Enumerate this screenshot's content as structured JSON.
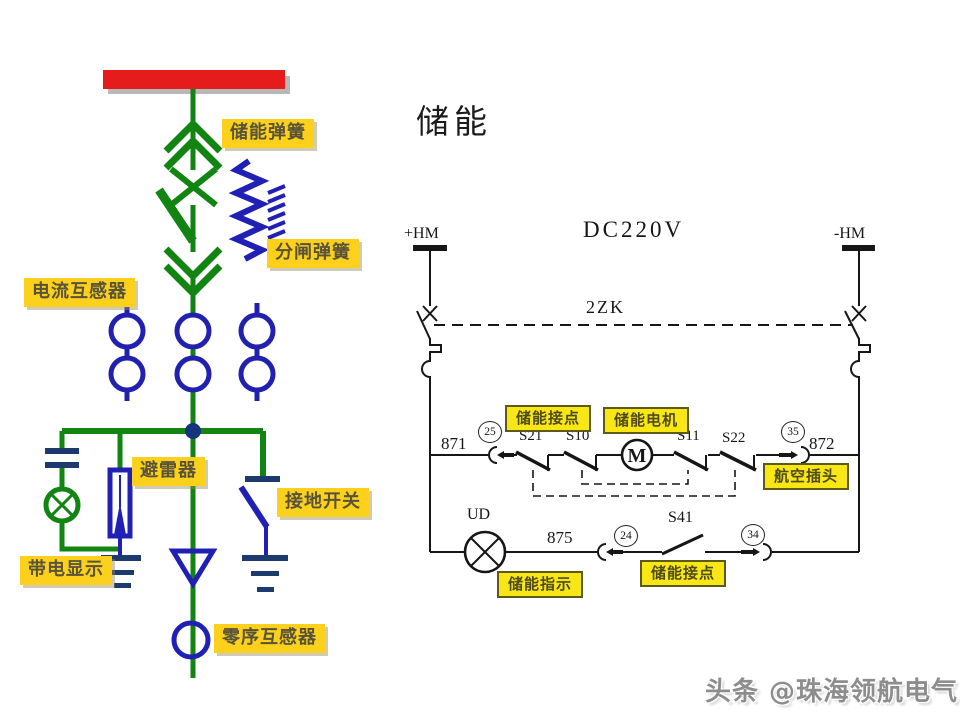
{
  "colors": {
    "busbar_red": "#e61c1c",
    "line_green": "#128412",
    "symbol_blue": "#2020b4",
    "bar_navy": "#1c3a6e",
    "label_yellow_left": "#fdd01b",
    "label_yellow_right": "#f8e714",
    "label_text": "#57523a",
    "circuit_black": "#161616"
  },
  "left": {
    "labels": {
      "storage_spring": "储能弹簧",
      "opening_spring": "分闸弹簧",
      "current_transformer": "电流互感器",
      "arrester": "避雷器",
      "earthing_switch": "接地开关",
      "live_display": "带电显示",
      "zero_sequence_ct": "零序互感器"
    }
  },
  "right": {
    "title": "储能",
    "bus_positive": "+HM",
    "bus_negative": "-HM",
    "voltage": "DC220V",
    "breaker": "2ZK",
    "wire_871": "871",
    "wire_872": "872",
    "wire_875": "875",
    "pin_25": "25",
    "pin_35": "35",
    "pin_24": "24",
    "pin_34": "34",
    "contact_s21": "S21",
    "contact_s10": "S10",
    "contact_s11": "S11",
    "contact_s22": "S22",
    "contact_s41": "S41",
    "motor": "M",
    "lamp": "UD",
    "labels": {
      "storage_contact_top": "储能接点",
      "storage_motor": "储能电机",
      "aviation_plug": "航空插头",
      "storage_indicator": "储能指示",
      "storage_contact_bottom": "储能接点"
    }
  },
  "watermark": "头条 @珠海领航电气"
}
